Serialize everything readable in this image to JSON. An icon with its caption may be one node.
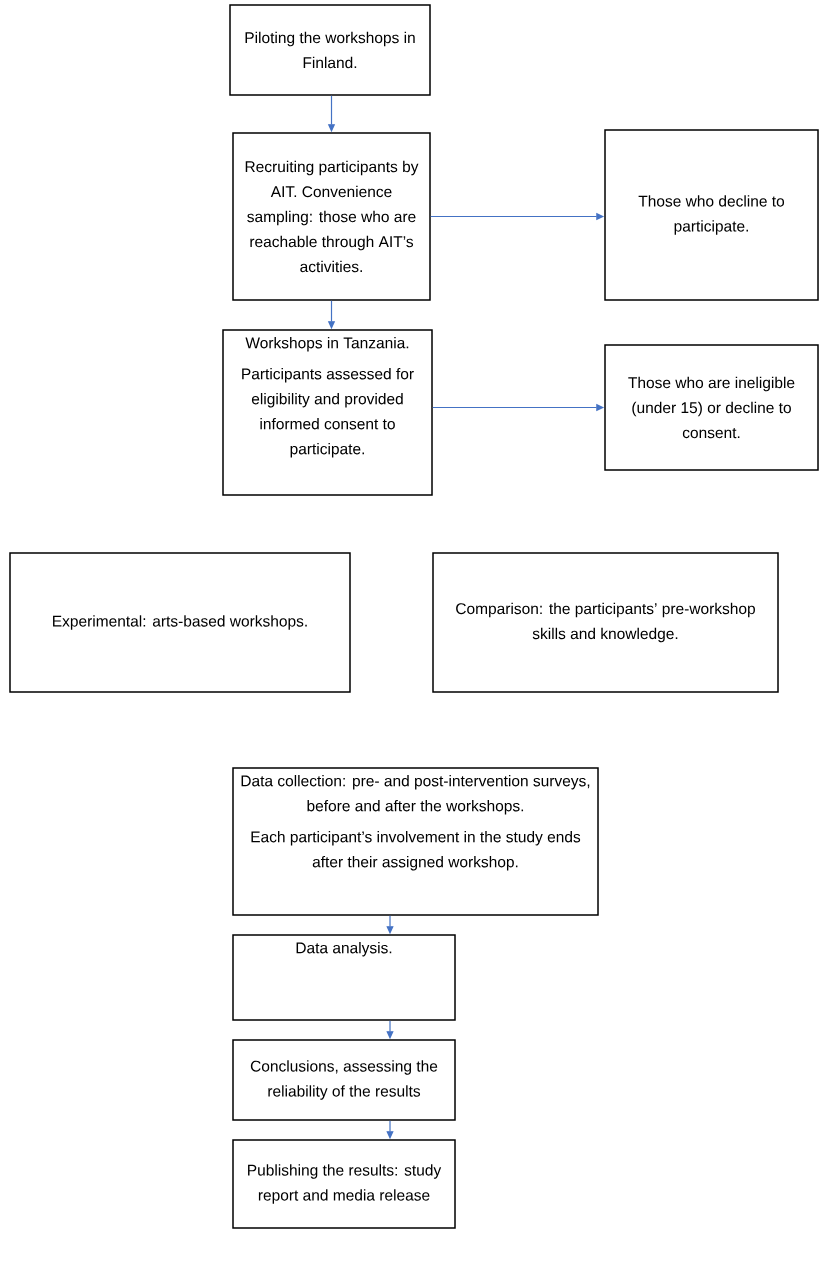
{
  "diagram": {
    "nodes": [
      {
        "text": [
          "Piloting the workshops in Finland."
        ]
      },
      {
        "text": [
          "Recruiting participants by AIT. Convenience sampling: those who are reachable through AIT’s activities."
        ]
      },
      {
        "text": [
          "Those who decline to participate."
        ]
      },
      {
        "text": [
          "Workshops in Tanzania.",
          "Participants assessed for eligibility and provided informed consent to participate."
        ]
      },
      {
        "text": [
          "Those who are ineligible (under 15) or decline to consent."
        ]
      },
      {
        "text": [
          "Experimental:  arts-based workshops."
        ]
      },
      {
        "text": [
          "Comparison: the participants’ pre-workshop skills and knowledge."
        ]
      },
      {
        "text": [
          "Data collection: pre- and post-intervention surveys, before and after the workshops.",
          "Each participant’s involvement in the study ends after their assigned workshop."
        ]
      },
      {
        "text": [
          "Data analysis."
        ]
      },
      {
        "text": [
          "Conclusions, assessing the reliability of the results"
        ]
      },
      {
        "text": [
          "Publishing the results: study report and media release"
        ]
      }
    ],
    "edges": [
      {
        "from": 0,
        "to": 1,
        "arrow": "to"
      },
      {
        "from": 1,
        "to": 2,
        "arrow": "to"
      },
      {
        "from": 1,
        "to": 3,
        "arrow": "to"
      },
      {
        "from": 3,
        "to": 4,
        "arrow": "to"
      },
      {
        "from": 7,
        "to": 8,
        "arrow": "to"
      },
      {
        "from": 8,
        "to": 9,
        "arrow": "to"
      },
      {
        "from": 9,
        "to": 10,
        "arrow": "to"
      }
    ]
  }
}
